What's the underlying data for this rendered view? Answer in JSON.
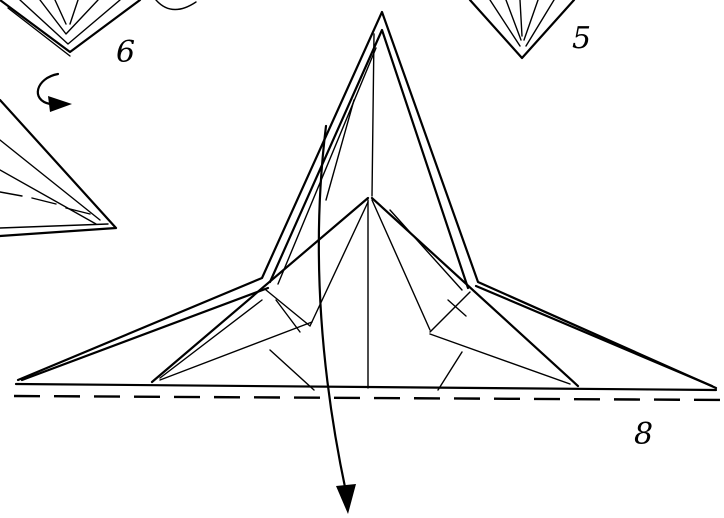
{
  "steps": {
    "step_6": "6",
    "step_5": "5",
    "step_8": "8"
  },
  "icons": {
    "turn_over": "curved-arrow-icon",
    "fold_down": "down-arrow-icon"
  },
  "colors": {
    "ink": "#000000",
    "paper": "#ffffff"
  }
}
